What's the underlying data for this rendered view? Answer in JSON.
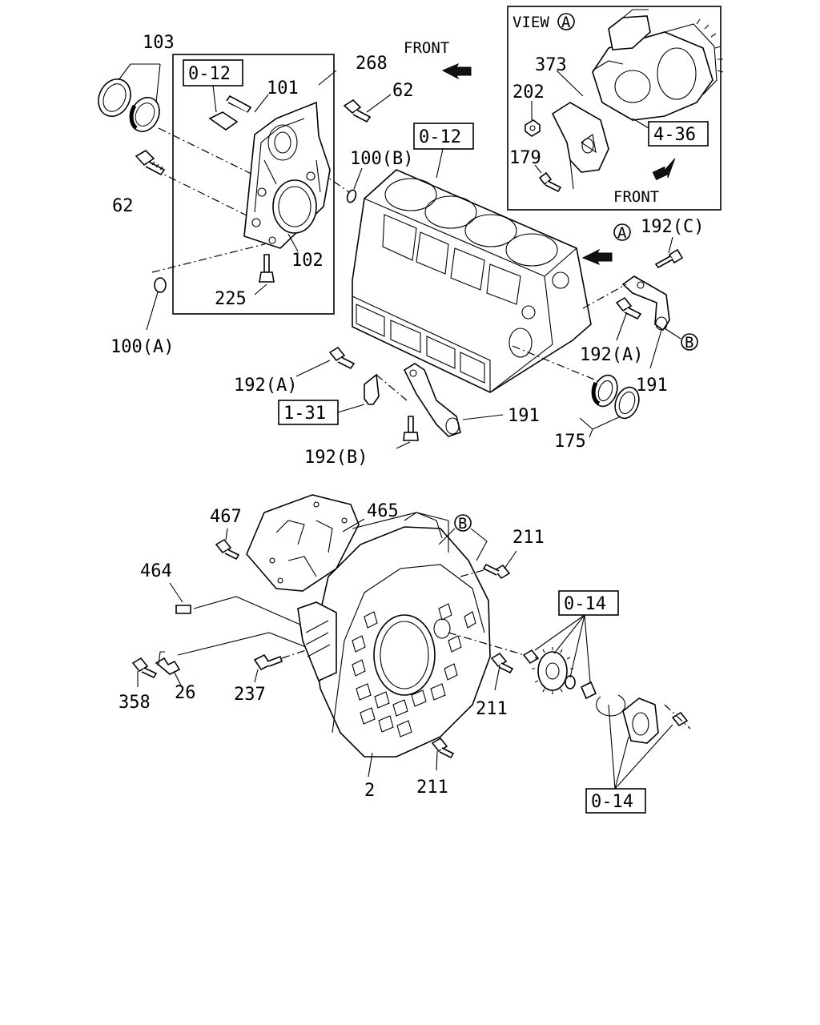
{
  "labels": {
    "l103": "103",
    "l268": "268",
    "l101": "101",
    "l62a": "62",
    "l62b": "62",
    "l100b": "100(B)",
    "l100a": "100(A)",
    "l102": "102",
    "l225": "225",
    "l192c": "192(C)",
    "l192a_r": "192(A)",
    "l192a_l": "192(A)",
    "l192b": "192(B)",
    "l191_r": "191",
    "l191_b": "191",
    "l175": "175",
    "l373": "373",
    "l202": "202",
    "l179": "179",
    "l467": "467",
    "l465": "465",
    "l464": "464",
    "l211a": "211",
    "l211b": "211",
    "l211c": "211",
    "l358": "358",
    "l26": "26",
    "l237": "237",
    "l2": "2"
  },
  "refs": {
    "r012_left": "0-12",
    "r012_block": "0-12",
    "r131": "1-31",
    "r436": "4-36",
    "r014_top": "0-14",
    "r014_bot": "0-14"
  },
  "front_text": "FRONT",
  "front_text_view": "FRONT",
  "view_text": "VIEW",
  "marker_a": "A",
  "marker_b": "B",
  "icons": [
    "front-arrow-icon",
    "view-marker-a-icon",
    "marker-b-icon"
  ]
}
